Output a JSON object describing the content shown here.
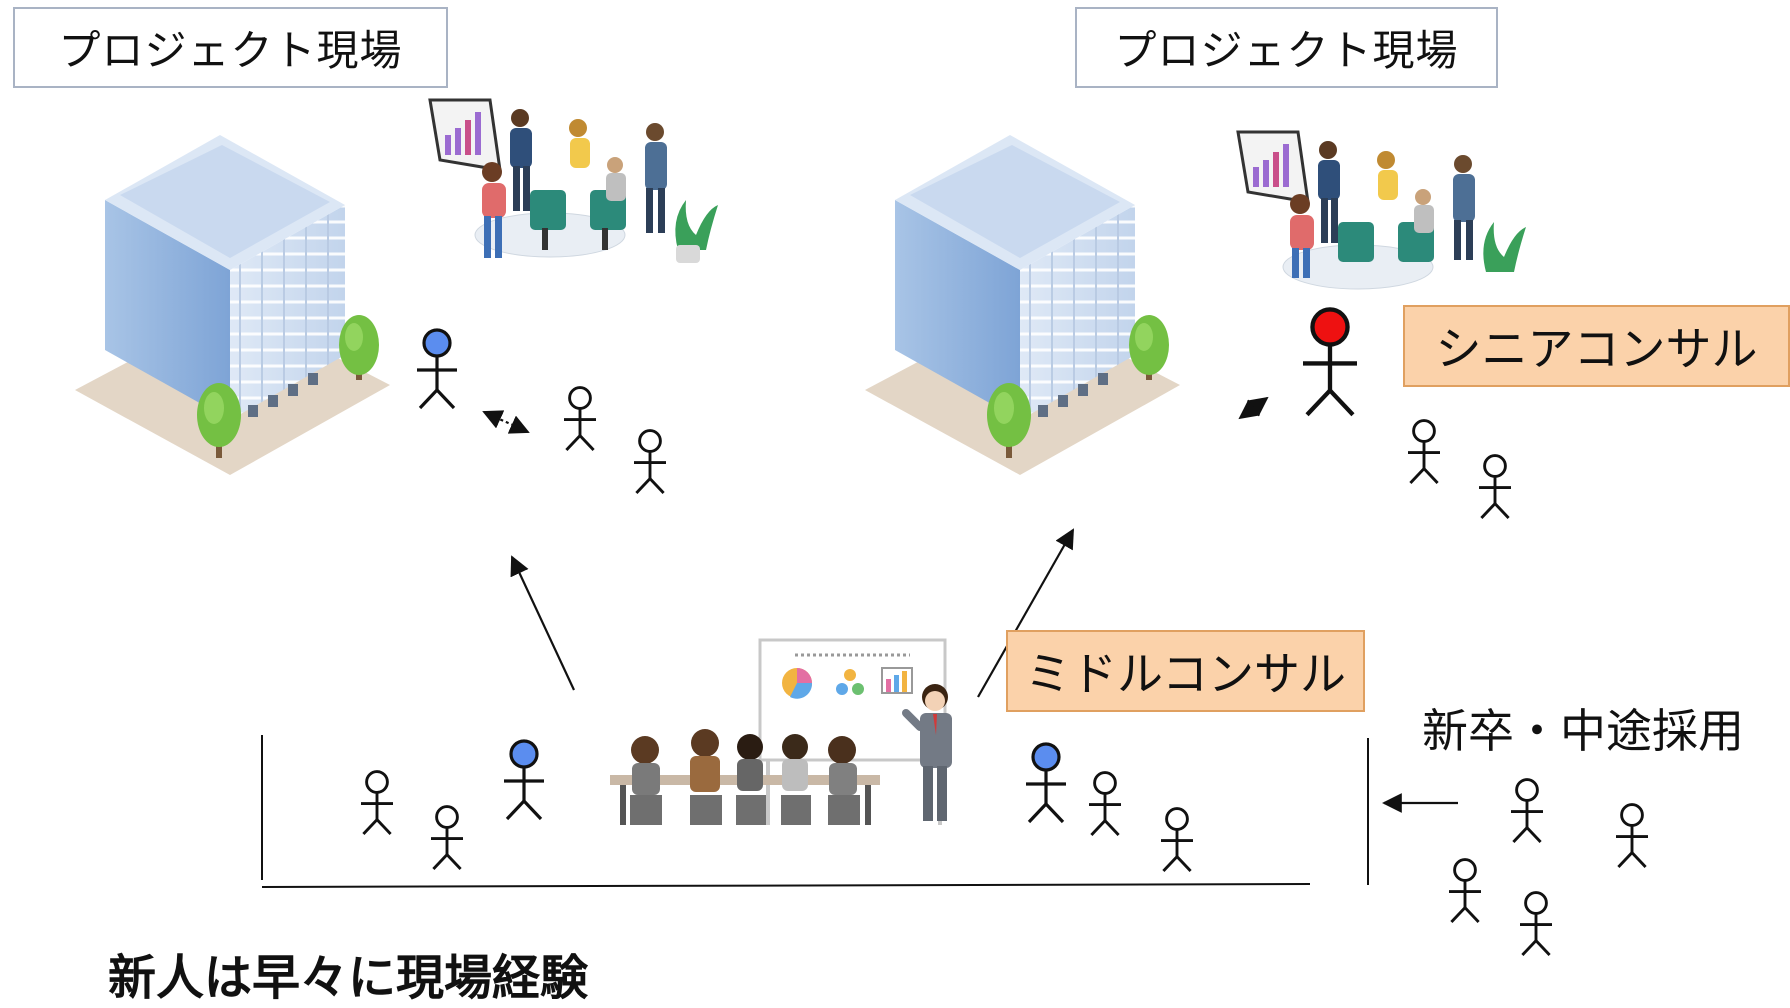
{
  "project_sites": [
    {
      "title": "プロジェクト現場"
    },
    {
      "title": "プロジェクト現場"
    }
  ],
  "labels": {
    "senior": "シニアコンサル",
    "middle": "ミドルコンサル",
    "recruit": "新卒・中途採用"
  },
  "caption": "新人は早々に現場経験",
  "colors": {
    "middle_consultant_head": "#5b8def",
    "senior_consultant_head": "#ee1111",
    "label_fill": "#fbd2aa",
    "label_border": "#e0a060",
    "title_border": "#a9b3c4"
  },
  "icons": [
    "office-building-icon",
    "meeting-room-illustration",
    "training-seminar-illustration",
    "stick-figure-icon"
  ]
}
